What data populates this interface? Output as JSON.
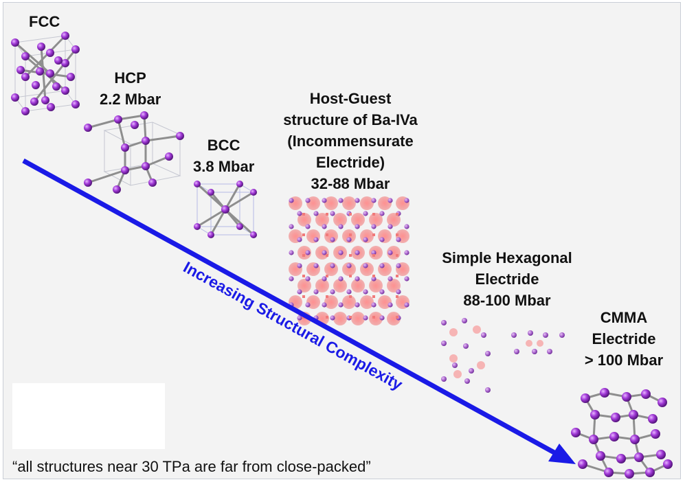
{
  "structures": {
    "fcc": {
      "lines": [
        "FCC"
      ]
    },
    "hcp": {
      "lines": [
        "HCP",
        "2.2 Mbar"
      ]
    },
    "bcc": {
      "lines": [
        "BCC",
        "3.8 Mbar"
      ]
    },
    "host_guest": {
      "lines": [
        "Host-Guest",
        "structure of Ba-IVa",
        "(Incommensurate",
        "Electride)",
        "32-88 Mbar"
      ]
    },
    "simple_hex": {
      "lines": [
        "Simple Hexagonal",
        "Electride",
        "88-100 Mbar"
      ]
    },
    "cmma": {
      "lines": [
        "CMMA",
        "Electride",
        "> 100 Mbar"
      ]
    }
  },
  "arrow": {
    "label": "Increasing Structural Complexity",
    "color": "#1a1ae6"
  },
  "quote": "“all structures near 30 TPa are far from close-packed”",
  "colors": {
    "atom": "#a23ad8",
    "atom_dark": "#5a1780",
    "bond": "#9a9a9a",
    "cell": "#b8bcc8",
    "electride": "#f07a7a",
    "background": "#f3f3f3"
  }
}
